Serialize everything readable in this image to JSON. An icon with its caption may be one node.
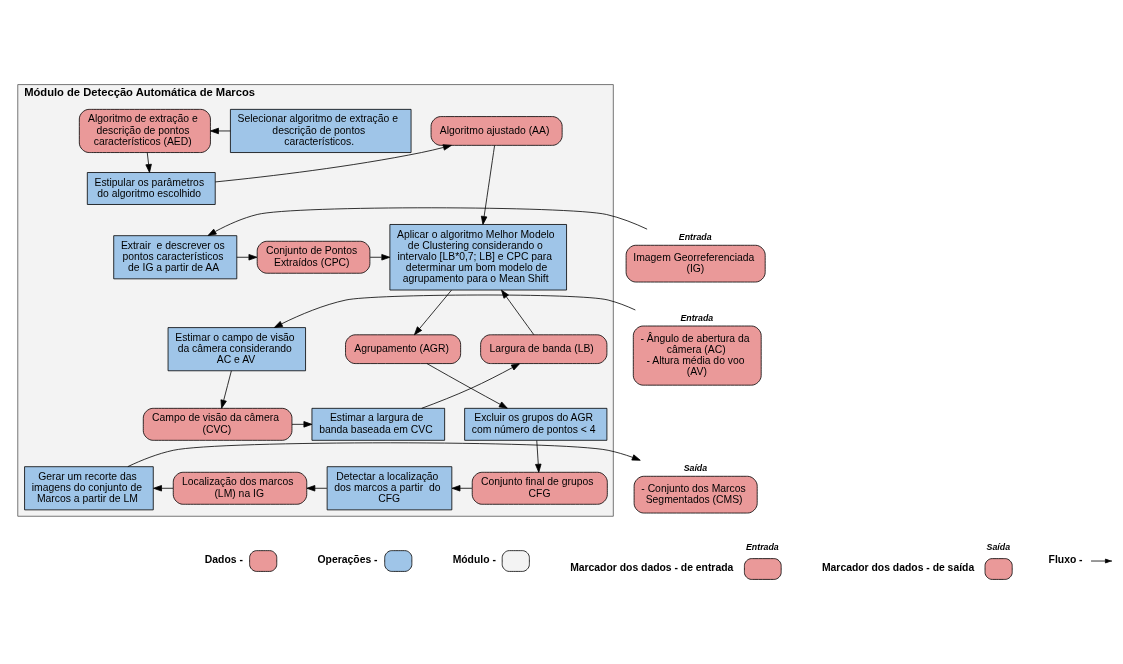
{
  "diagram": {
    "nodes": [
      {
        "text": [
          "Módulo de Detecção Automática de Marcos"
        ]
      },
      {
        "text": [
          "Algoritmo de extração e descrição de pontos característicos (AED)"
        ],
        "in": 0
      },
      {
        "text": [
          "Selecionar algoritmo de extração e descrição de pontos característicos."
        ],
        "in": 0
      },
      {
        "text": [
          "Estipular os parâmetros do algoritmo escolhido"
        ],
        "in": 0
      },
      {
        "text": [
          "Algoritmo ajustado (AA)"
        ],
        "in": 0
      },
      {
        "text": [
          "Aplicar o algoritmo Melhor Modelo de Clustering considerando o intervalo [LB*0,7; LB] e CPC para determinar um bom modelo de agrupamento para o Mean Shift"
        ],
        "in": 0
      },
      {
        "text": [
          "Entrada",
          "Imagem Georreferenciada (IG)"
        ]
      },
      {
        "text": [
          "Extrair  e descrever os pontos característicos de IG a partir de AA"
        ],
        "in": 0
      },
      {
        "text": [
          "Conjunto de Pontos Extraídos (CPC)"
        ],
        "in": 0
      },
      {
        "text": [
          "Entrada",
          "- Ângulo de abertura da câmera (AC)",
          "- Altura média do voo (AV)"
        ]
      },
      {
        "text": [
          "Estimar o campo de visão da câmera considerando AC e AV"
        ],
        "in": 0
      },
      {
        "text": [
          "Largura de banda (LB)"
        ],
        "in": 0
      },
      {
        "text": [
          "Agrupamento (AGR)"
        ],
        "in": 0
      },
      {
        "text": [
          "Campo de visão da câmera (CVC)"
        ],
        "in": 0
      },
      {
        "text": [
          "Estimar a largura de banda baseada em CVC"
        ],
        "in": 0
      },
      {
        "text": [
          "Excluir os grupos do AGR com número de pontos < 4"
        ],
        "in": 0
      },
      {
        "text": [
          "Saída",
          "- Conjunto dos Marcos Segmentados (CMS)"
        ]
      },
      {
        "text": [
          "Gerar um recorte das imagens do conjunto de Marcos a partir de LM"
        ],
        "in": 0
      },
      {
        "text": [
          "Localização dos marcos (LM) na IG"
        ],
        "in": 0
      },
      {
        "text": [
          "Detectar a localização dos marcos a partir  do CFG"
        ],
        "in": 0
      },
      {
        "text": [
          "Conjunto final de grupos CFG"
        ],
        "in": 0
      }
    ],
    "edges": [
      {
        "from": 2,
        "to": 1,
        "arrow": "to"
      },
      {
        "from": 1,
        "to": 3,
        "arrow": "to"
      },
      {
        "from": 3,
        "to": 4,
        "arrow": "to"
      },
      {
        "from": 4,
        "to": 5,
        "arrow": "to"
      },
      {
        "from": 6,
        "to": 7,
        "arrow": "to"
      },
      {
        "from": 7,
        "to": 8,
        "arrow": "to"
      },
      {
        "from": 8,
        "to": 5,
        "arrow": "to"
      },
      {
        "from": 9,
        "to": 10,
        "arrow": "to"
      },
      {
        "from": 10,
        "to": 13,
        "arrow": "to"
      },
      {
        "from": 13,
        "to": 14,
        "arrow": "to"
      },
      {
        "from": 14,
        "to": 11,
        "arrow": "to"
      },
      {
        "from": 11,
        "to": 5,
        "arrow": "to"
      },
      {
        "from": 5,
        "to": 12,
        "arrow": "to"
      },
      {
        "from": 12,
        "to": 15,
        "arrow": "to"
      },
      {
        "from": 15,
        "to": 20,
        "arrow": "to"
      },
      {
        "from": 20,
        "to": 19,
        "arrow": "to"
      },
      {
        "from": 19,
        "to": 18,
        "arrow": "to"
      },
      {
        "from": 18,
        "to": 17,
        "arrow": "to"
      },
      {
        "from": 17,
        "to": 16,
        "arrow": "to"
      }
    ],
    "labels": [
      "Entrada",
      "Saída"
    ],
    "legend": [
      {
        "text": "Dados -",
        "color": "#ea9999"
      },
      {
        "text": "Operações -",
        "color": "#9fc5e8"
      },
      {
        "text": "Módulo -",
        "color": "#f3f3f3"
      },
      {
        "text": "Marcador dos dados - de entrada",
        "color": "#ea9999"
      },
      {
        "text": "Marcador dos dados - de saída",
        "color": "#ea9999"
      },
      {
        "text": "Fluxo -"
      }
    ]
  }
}
